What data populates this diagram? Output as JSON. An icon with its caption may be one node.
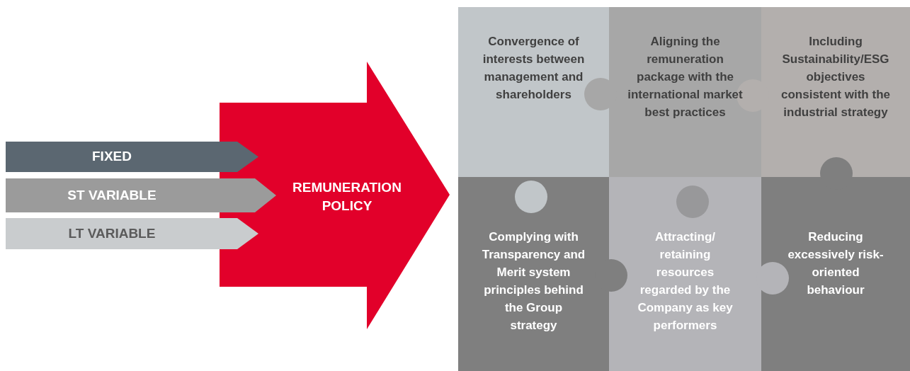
{
  "diagram": {
    "nodes": [
      {
        "text": [
          "FIXED"
        ]
      },
      {
        "text": [
          "ST VARIABLE"
        ]
      },
      {
        "text": [
          "LT VARIABLE"
        ]
      },
      {
        "text": [
          "REMUNERATION POLICY"
        ]
      },
      {
        "text": [
          "Convergence of interests between management and shareholders"
        ]
      },
      {
        "text": [
          "Aligning the remuneration package with the international market best practices"
        ]
      },
      {
        "text": [
          "Including Sustainability/ESG objectives consistent with the industrial strategy"
        ]
      },
      {
        "text": [
          "Complying with Transparency and Merit system principles behind the Group strategy"
        ]
      },
      {
        "text": [
          "Attracting/ retaining resources regarded by the Company as key performers"
        ]
      },
      {
        "text": [
          "Reducing excessively risk-oriented behaviour"
        ]
      }
    ]
  }
}
